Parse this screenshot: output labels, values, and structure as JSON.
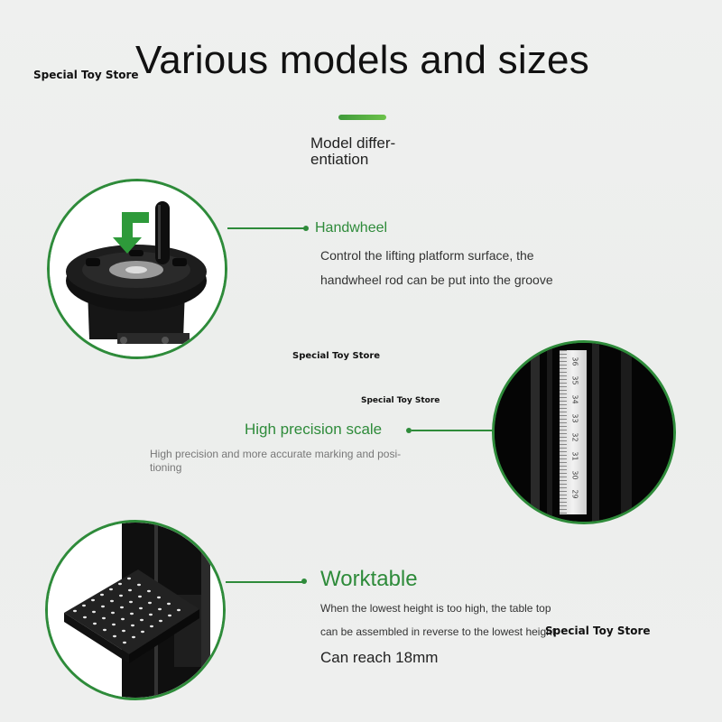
{
  "watermark": "Special Toy Store",
  "title": "Various models and sizes",
  "subtitle_line1": "Model differ-",
  "subtitle_line2": "entiation",
  "features": {
    "handwheel": {
      "heading": "Handwheel",
      "desc_line1": "Control the lifting platform surface, the",
      "desc_line2": "handwheel rod can be put into the groove"
    },
    "scale": {
      "heading": "High precision scale",
      "desc_line1": "High precision and more accurate marking and posi-",
      "desc_line2": "tioning",
      "ruler_marks": [
        "36",
        "35",
        "34",
        "33",
        "32",
        "31",
        "30",
        "29"
      ]
    },
    "worktable": {
      "heading": "Worktable",
      "desc_line1": "When the lowest height is too high, the table top",
      "desc_line2": "can be assembled in reverse to the lowest height",
      "note": "Can reach 18mm"
    }
  },
  "colors": {
    "accent": "#2e8b3a",
    "accent_light": "#6cc24a",
    "background": "#eeefee"
  }
}
